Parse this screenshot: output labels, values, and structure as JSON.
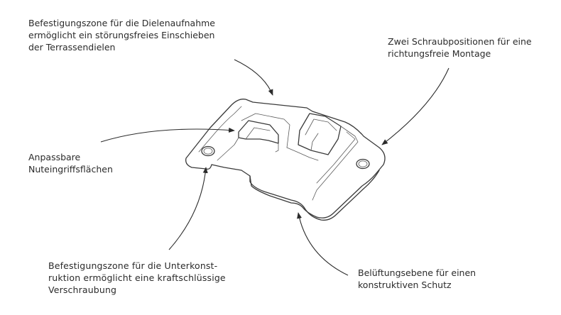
{
  "callouts": {
    "top_left": {
      "lines": [
        "Befestigungszone für die Dielenaufnahme",
        "ermöglicht ein störungsfreies Einschieben",
        "der Terrassendielen"
      ]
    },
    "top_right": {
      "lines": [
        "Zwei Schraubpositionen für eine",
        "richtungsfreie Montage"
      ]
    },
    "mid_left": {
      "lines": [
        "Anpassbare",
        "Nuteingriffsflächen"
      ]
    },
    "bottom_left": {
      "lines": [
        "Befestigungszone für die Unterkonst-",
        "ruktion ermöglicht eine kraftschlüssige",
        "Verschraubung"
      ]
    },
    "bottom_right": {
      "lines": [
        "Belüftungsebene für einen",
        "konstruktiven Schutz"
      ]
    }
  },
  "colors": {
    "ink": "#2b2b2b",
    "background": "#ffffff"
  }
}
